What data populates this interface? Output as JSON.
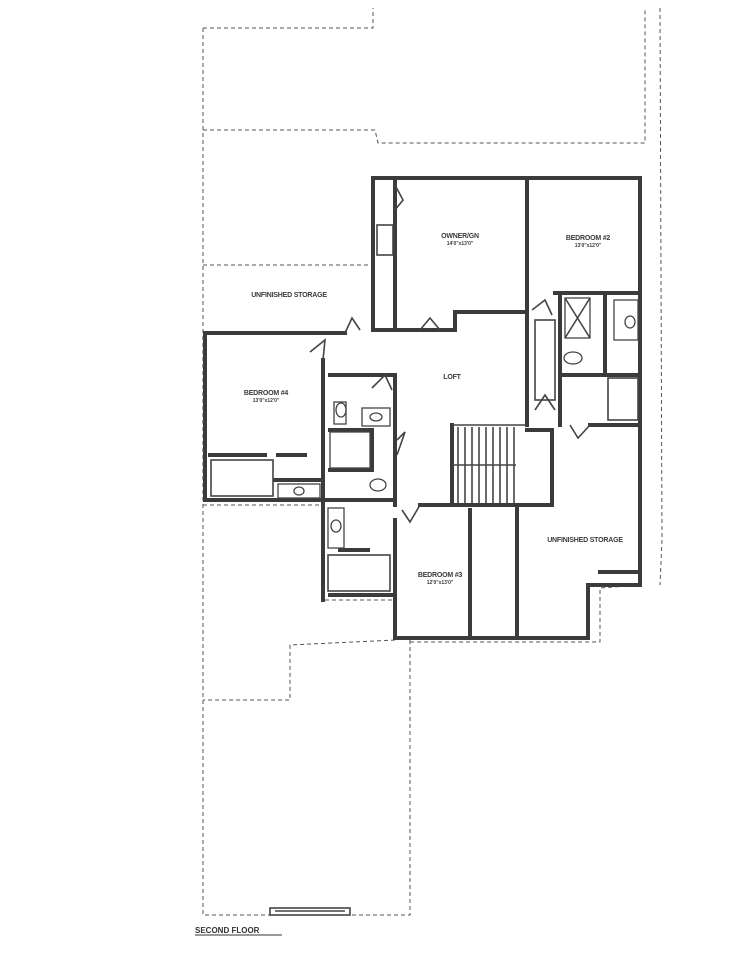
{
  "plan": {
    "title": "SECOND FLOOR",
    "rooms": [
      {
        "name": "OWNER/GN",
        "dims": "14'0\"x13'0\""
      },
      {
        "name": "BEDROOM #2",
        "dims": "13'0\"x12'0\""
      },
      {
        "name": "UNFINISHED STORAGE",
        "dims": ""
      },
      {
        "name": "LOFT",
        "dims": ""
      },
      {
        "name": "BEDROOM #4",
        "dims": "13'0\"x12'0\""
      },
      {
        "name": "BEDROOM #3",
        "dims": "12'0\"x13'0\""
      },
      {
        "name": "UNFINISHED STORAGE",
        "dims": ""
      }
    ]
  }
}
